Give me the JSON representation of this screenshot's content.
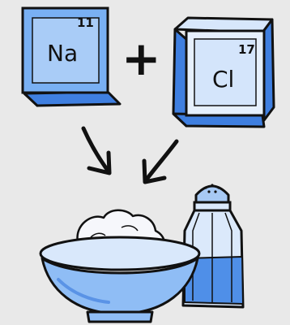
{
  "elements": [
    {
      "symbol": "Na",
      "number": "11"
    },
    {
      "symbol": "Cl",
      "number": "17"
    }
  ],
  "operator": "+",
  "colors": {
    "background": "#e9e9e9",
    "tile_front": "#79b0f3",
    "tile_inner": "#bcd6f8",
    "tile_side": "#3f7fe0",
    "tile_top": "#d7e7fb",
    "bowl": "#8fbdf5",
    "bowl_inner": "#d9e8fb",
    "salt": "#f6f7fb",
    "shaker_glass": "#dbe9fb",
    "shaker_fill": "#4f8fe8",
    "outline": "#111111"
  },
  "icons": [
    "sodium-element-tile",
    "chlorine-element-tile",
    "plus-icon",
    "arrow-down-right-icon",
    "arrow-down-left-icon",
    "salt-bowl-icon",
    "salt-shaker-icon"
  ]
}
